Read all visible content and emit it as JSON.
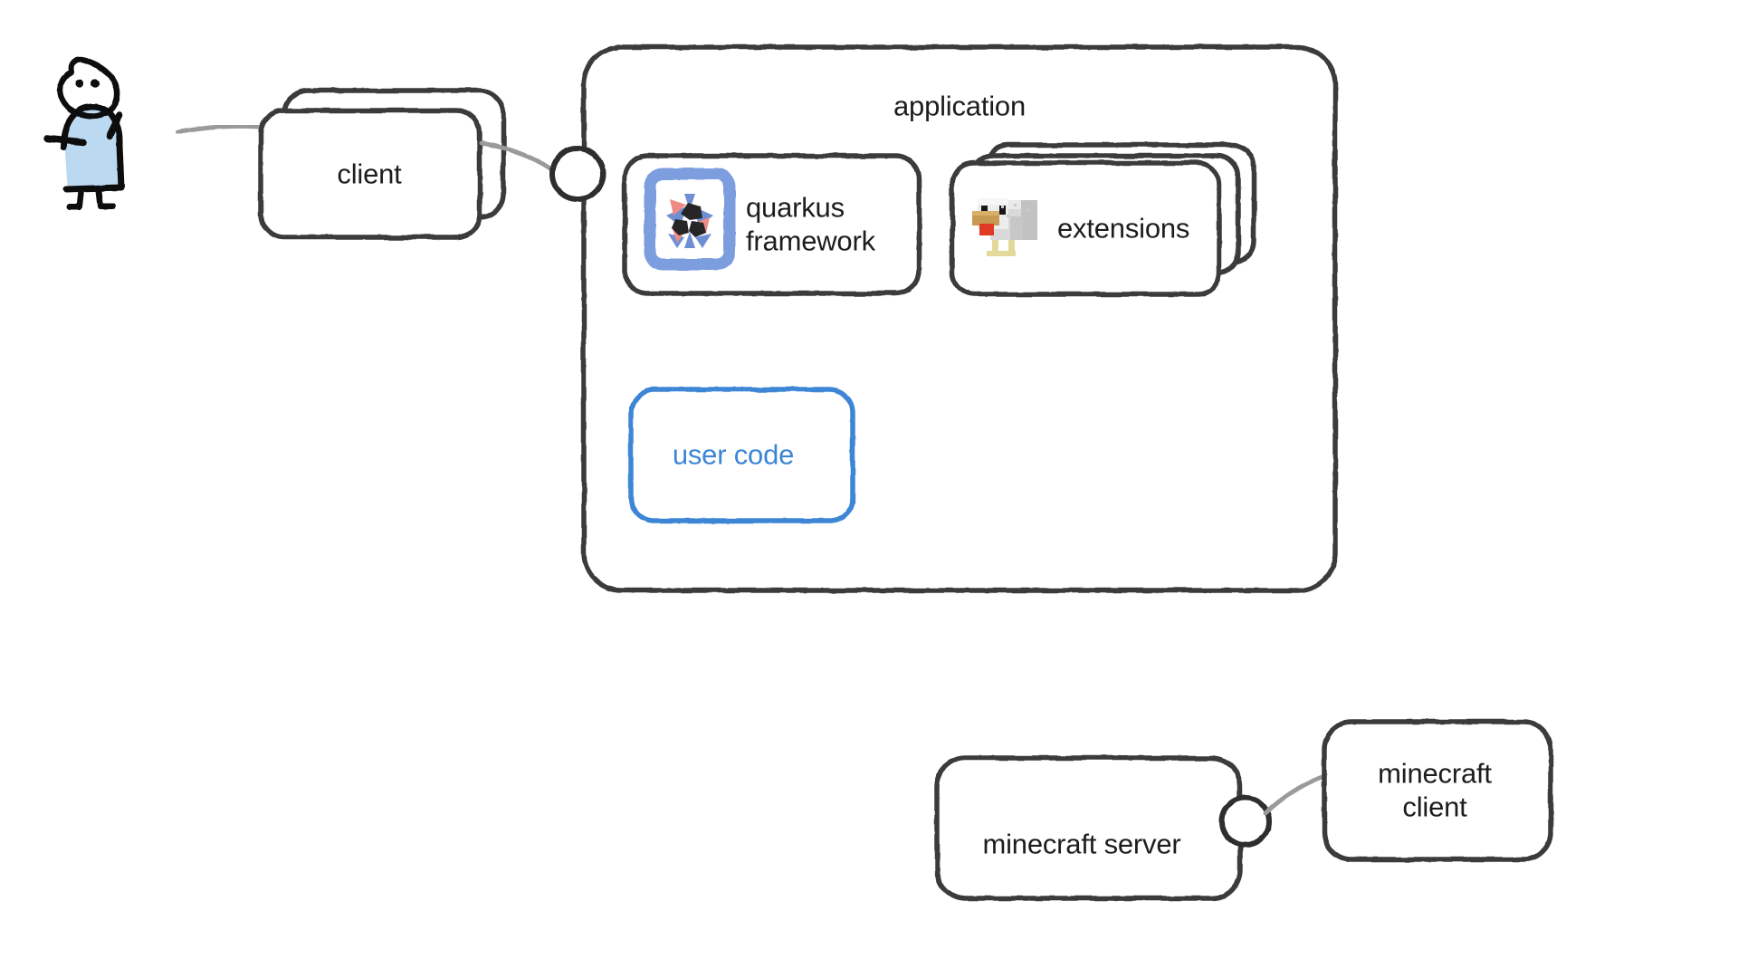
{
  "diagram": {
    "title": "quarkus application architecture sketch",
    "style": "hand-drawn whiteboard",
    "background_color": "#ffffff",
    "stroke_color": "#3a3a3a",
    "accent_color": "#3c86d6",
    "connector_color": "#9a9a9a"
  },
  "actor": {
    "name": "stick-figure-user",
    "body_fill": "#bcd9f2",
    "stroke": "#111111"
  },
  "nodes": {
    "client": {
      "label": "client",
      "stacked": true,
      "stack_count": 2
    },
    "application": {
      "label": "application"
    },
    "quarkus": {
      "label": "quarkus\nframework",
      "label_line1": "quarkus",
      "label_line2": "framework",
      "icon": "quarkus-logo-icon"
    },
    "extensions": {
      "label": "extensions",
      "stacked": true,
      "stack_count": 3,
      "icon": "minecraft-chicken-icon"
    },
    "user_code": {
      "label": "user code",
      "color": "#3c86d6"
    },
    "minecraft_server": {
      "label": "minecraft server"
    },
    "minecraft_client": {
      "label": "minecraft\nclient",
      "label_line1": "minecraft",
      "label_line2": "client"
    }
  },
  "connectors": [
    {
      "name": "actor-to-client",
      "from": "actor",
      "to": "client"
    },
    {
      "name": "client-to-application",
      "from": "client",
      "to": "application",
      "has_port": true
    },
    {
      "name": "minecraft-server-to-client",
      "from": "minecraft_server",
      "to": "minecraft_client",
      "has_port": true
    }
  ]
}
